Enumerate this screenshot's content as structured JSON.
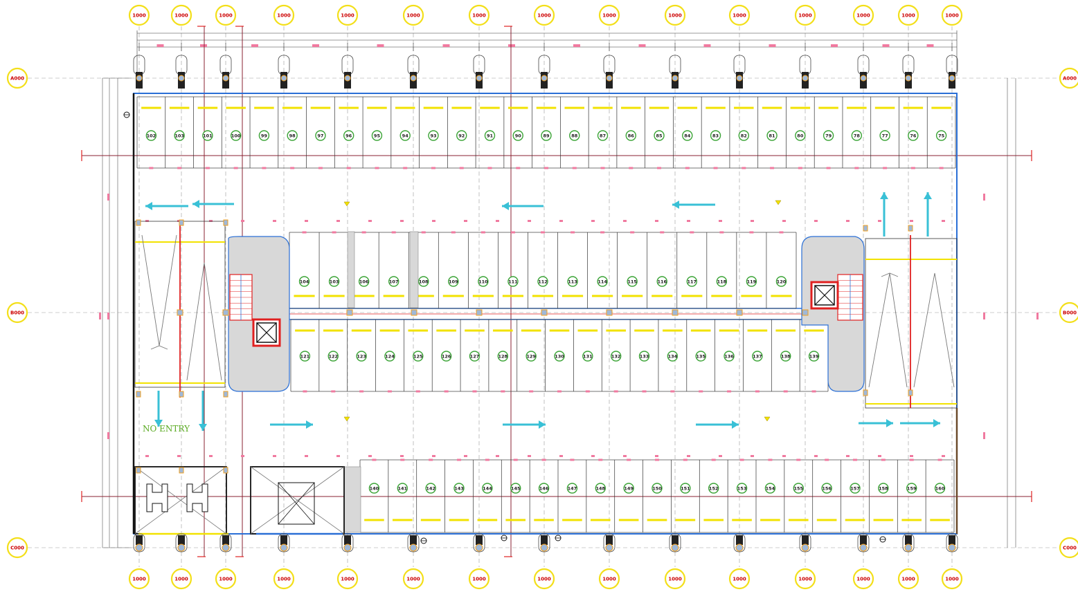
{
  "drawing": {
    "colors": {
      "bubble_stroke": "#f3df19",
      "bubble_text": "#cc0000",
      "stall_circle": "#3aa335",
      "wall": "#2a6fd6",
      "stripe": "#f2e200",
      "tick": "#f07aa0",
      "grid": "#9a9a9a",
      "section_line": "#8a2030",
      "arrow": "#39c0d6",
      "core_fill": "#d8d8d8",
      "red": "#e02020",
      "green_text": "#5aaa22"
    },
    "grid_bubbles_top": [
      "1000",
      "1000",
      "1000",
      "1000",
      "1000",
      "1000",
      "1000",
      "1000",
      "1000",
      "1000",
      "1000",
      "1000",
      "1000",
      "1000",
      "1000"
    ],
    "grid_bubbles_bottom": [
      "1000",
      "1000",
      "1000",
      "1000",
      "1000",
      "1000",
      "1000",
      "1000",
      "1000",
      "1000",
      "1000",
      "1000",
      "1000",
      "1000",
      "1000"
    ],
    "grid_bubbles_left": [
      "A000",
      "B000",
      "C000"
    ],
    "grid_bubbles_right": [
      "A000",
      "B000",
      "C000"
    ],
    "row_top_stalls": [
      "102",
      "103",
      "101",
      "100",
      "99",
      "98",
      "97",
      "96",
      "95",
      "94",
      "93",
      "92",
      "91",
      "90",
      "89",
      "88",
      "87",
      "86",
      "85",
      "84",
      "83",
      "82",
      "81",
      "80",
      "79",
      "78",
      "77",
      "76",
      "75"
    ],
    "row_mid_upper_stalls": [
      "104",
      "103",
      "106",
      "107",
      "108",
      "109",
      "110",
      "111",
      "112",
      "113",
      "114",
      "115",
      "116",
      "117",
      "118",
      "119",
      "120"
    ],
    "row_mid_lower_stalls": [
      "121",
      "122",
      "123",
      "124",
      "125",
      "126",
      "127",
      "128",
      "129",
      "130",
      "131",
      "132",
      "133",
      "134",
      "135",
      "136",
      "137",
      "138",
      "139"
    ],
    "row_bottom_stalls": [
      "140",
      "141",
      "142",
      "143",
      "144",
      "145",
      "146",
      "147",
      "148",
      "149",
      "150",
      "151",
      "152",
      "153",
      "154",
      "155",
      "156",
      "157",
      "158",
      "159",
      "160"
    ],
    "labels": {
      "no_entry": "NO ENTRY"
    },
    "icons": [
      "north-arrow-icon",
      "elevator-icon",
      "stair-icon",
      "ramp-arrow-icon",
      "flow-arrow-icon"
    ]
  }
}
